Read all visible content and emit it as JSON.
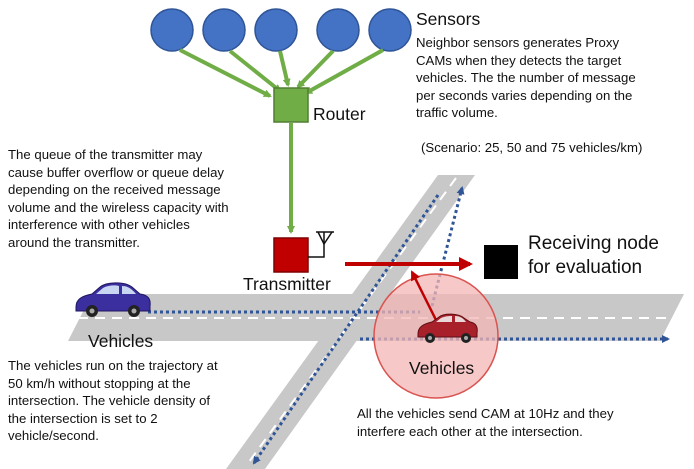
{
  "sensors": {
    "title": "Sensors",
    "description": "Neighbor sensors generates Proxy\nCAMs when they detects the target\nvehicles. The the number of message\nper seconds varies depending on the\ntraffic volume.",
    "scenario": "(Scenario: 25, 50 and 75 vehicles/km)",
    "node_color": "#4472C4",
    "count": 5
  },
  "router": {
    "label": "Router",
    "color": "#70AD47"
  },
  "transmitter": {
    "label": "Transmitter",
    "color": "#C00000",
    "queue_note": "The queue of the transmitter may\ncause buffer overflow or queue delay\ndepending on the received message\nvolume and the wireless capacity with\ninterference with other vehicles\naround the transmitter."
  },
  "receiver": {
    "label": "Receiving node\nfor evaluation",
    "color": "#000000"
  },
  "vehicles": {
    "left_label": "Vehicles",
    "right_label": "Vehicles",
    "trajectory_note": "The vehicles run on the trajectory at\n50 km/h without stopping at the\nintersection. The vehicle density of\nthe intersection is set to 2\nvehicle/second.",
    "cam_note": "All the vehicles send CAM at 10Hz and they\ninterfere each other at the intersection."
  },
  "colors": {
    "road": "#C8C8C8",
    "arrow_green": "#70AD47",
    "arrow_red": "#C00000",
    "trajectory": "#2F5597",
    "range_fill": "#F4B6B6",
    "range_stroke": "#D9534F"
  }
}
